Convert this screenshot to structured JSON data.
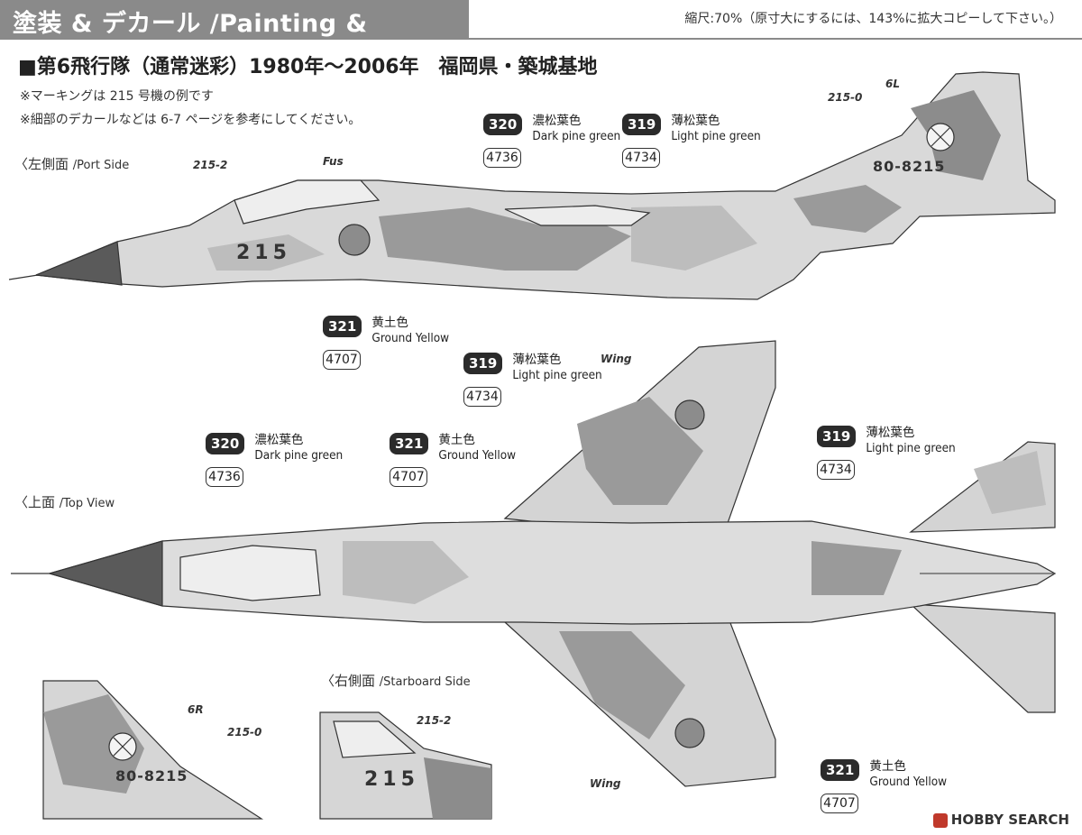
{
  "header": {
    "title": "塗装 & デカール /Painting & Marking",
    "scale_note": "縮尺:70%（原寸大にするには、143%に拡大コピーして下さい。）"
  },
  "unit": {
    "title": "■第6飛行隊（通常迷彩）1980年～2006年　福岡県・築城基地",
    "notes": [
      "※マーキングは 215 号機の例です",
      "※細部のデカールなどは 6-7 ページを参考にしてください。"
    ]
  },
  "views": {
    "port": {
      "jp": "〈左側面",
      "en": "/Port Side"
    },
    "top": {
      "jp": "〈上面",
      "en": "/Top View"
    },
    "starboard": {
      "jp": "〈右側面",
      "en": "/Starboard Side"
    }
  },
  "labels": {
    "port_2152": "215-2",
    "port_fus": "Fus",
    "port_2150": "215-0",
    "port_6l": "6L",
    "tail_serial": "80-8215",
    "nose_number": "215",
    "wing_upper": "Wing",
    "wing_lower": "Wing",
    "sb_6r": "6R",
    "sb_2150": "215-0",
    "sb_2152": "215-2"
  },
  "callouts": [
    {
      "code": "320",
      "jp": "濃松葉色",
      "en": "Dark pine green",
      "num": "4736"
    },
    {
      "code": "319",
      "jp": "薄松葉色",
      "en": "Light pine green",
      "num": "4734"
    },
    {
      "code": "321",
      "jp": "黄土色",
      "en": "Ground Yellow",
      "num": "4707"
    },
    {
      "code": "319",
      "jp": "薄松葉色",
      "en": "Light pine green",
      "num": "4734"
    },
    {
      "code": "320",
      "jp": "濃松葉色",
      "en": "Dark pine green",
      "num": "4736"
    },
    {
      "code": "321",
      "jp": "黄土色",
      "en": "Ground Yellow",
      "num": "4707"
    },
    {
      "code": "319",
      "jp": "薄松葉色",
      "en": "Light pine green",
      "num": "4734"
    },
    {
      "code": "321",
      "jp": "黄土色",
      "en": "Ground Yellow",
      "num": "4707"
    }
  ],
  "watermark": "HOBBY SEARCH",
  "colors": {
    "dark_pine_green": "#8c8c8c",
    "light_pine_green": "#bdbdbd",
    "ground_yellow": "#dcdcdc",
    "nose_radome": "#5a5a5a",
    "banner": "#8a8a8a"
  }
}
